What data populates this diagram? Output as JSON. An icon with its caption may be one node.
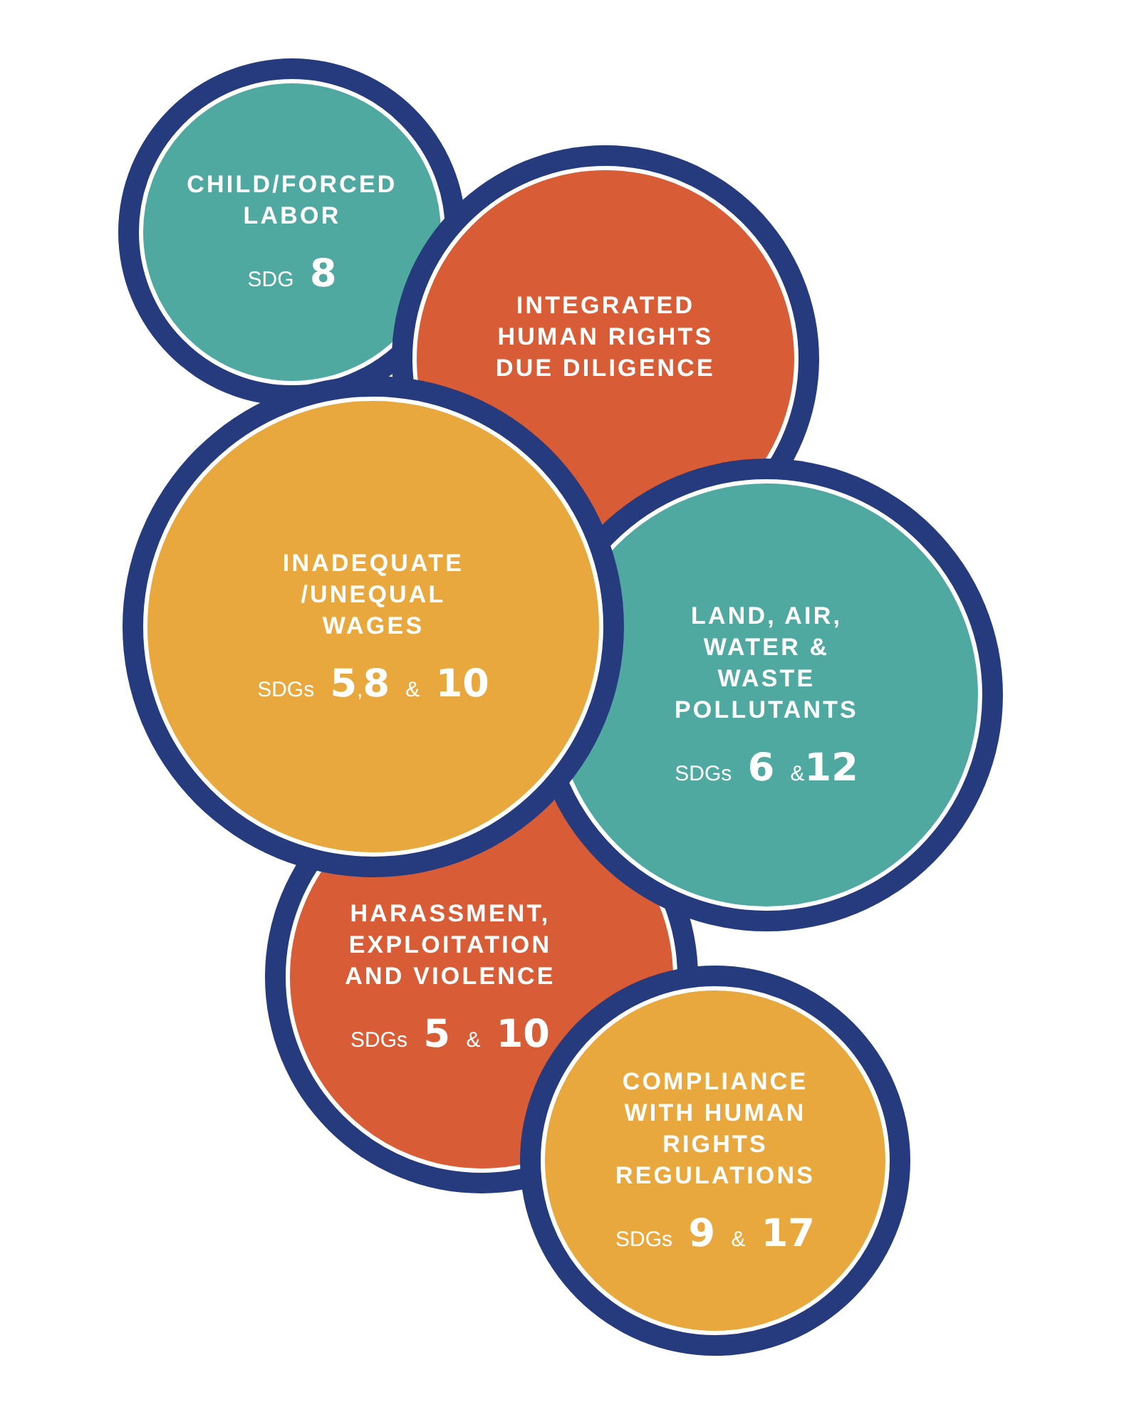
{
  "diagram": {
    "nodes": [
      {
        "text": [
          "CHILD/FORCED LABOR",
          "SDG **8**"
        ]
      },
      {
        "text": [
          "INTEGRATED HUMAN RIGHTS DUE DILIGENCE"
        ]
      },
      {
        "text": [
          "INADEQUATE /UNEQUAL WAGES",
          "SDGs **5**,**8** & **10**"
        ]
      },
      {
        "text": [
          "LAND, AIR, WATER & WASTE POLLUTANTS",
          "SDGs **6** &**12**"
        ]
      },
      {
        "text": [
          "HARASSMENT, EXPLOITATION AND VIOLENCE",
          "SDGs **5** & **10**"
        ]
      },
      {
        "text": [
          "COMPLIANCE WITH HUMAN RIGHTS REGULATIONS",
          "SDGs **9** & **17**"
        ]
      }
    ],
    "edges": []
  }
}
